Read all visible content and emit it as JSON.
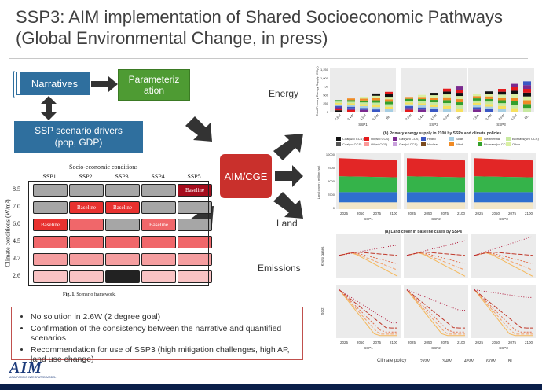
{
  "title": "SSP3: AIM implementation of Shared Socioeconomic Pathways (Global Environmental Change, in press)",
  "flow": {
    "narratives": "Narratives",
    "parameterization": "Parameteriz\nation",
    "drivers": "SSP scenario drivers\n(pop, GDP)",
    "aimcge": "AIM/CGE"
  },
  "labels": {
    "energy": "Energy",
    "land": "Land",
    "emissions": "Emissions"
  },
  "matrix": {
    "header": "Socio-economic conditions",
    "columns": [
      "SSP1",
      "SSP2",
      "SSP3",
      "SSP4",
      "SSP5"
    ],
    "rows": [
      "8.5",
      "7.0",
      "6.0",
      "4.5",
      "3.7",
      "2.6"
    ],
    "ylabel": "Climate conditions (W/m²)",
    "caption_bold": "Fig. 1.",
    "caption": "Scenario framework.",
    "baseline": "Baseline",
    "colors": {
      "gray": "#a6a6a6",
      "dark_red": "#a50d1d",
      "red": "#e8312f",
      "salmon": "#f0676a",
      "light": "#f59ea0",
      "pale": "#f9c3c4",
      "black": "#222222"
    }
  },
  "bullets": [
    "No solution in 2.6W (2 degree goal)",
    "Confirmation of the consistency between the narrative and quantified scenarios",
    "Recommendation for use of SSP3 (high mitigation challenges, high AP, land use change)"
  ],
  "energy_chart": {
    "ylabel": "Total Primary Energy Supply (EJ/yr)",
    "yticks": [
      "1,250",
      "1,000",
      "750",
      "500",
      "250",
      "0"
    ],
    "categories": [
      "2.6W",
      "3.4W",
      "4.5W",
      "6.0W",
      "BL"
    ],
    "panels": [
      "SSP1",
      "SSP2",
      "SSP3"
    ],
    "caption": "(b) Primary energy supply in 2100 by SSPs and climate policies",
    "legend": [
      {
        "name": "Coal(w/o CCS)",
        "color": "#111111"
      },
      {
        "name": "Oil(w/o CCS)",
        "color": "#e41a1c"
      },
      {
        "name": "Gas(w/o CCS)",
        "color": "#7b2a8f"
      },
      {
        "name": "Hydro",
        "color": "#3a57c4"
      },
      {
        "name": "Solar",
        "color": "#a6cee3"
      },
      {
        "name": "Geothermal",
        "color": "#f6e05e"
      },
      {
        "name": "Biomass(w/o CCS)",
        "color": "#c7e9a0"
      },
      {
        "name": "Coal(w/ CCS)",
        "color": "#555555"
      },
      {
        "name": "Oil(w/ CCS)",
        "color": "#fb9a99"
      },
      {
        "name": "Gas(w/ CCS)",
        "color": "#c9a0dc"
      },
      {
        "name": "Nuclear",
        "color": "#7a4a1e"
      },
      {
        "name": "Wind",
        "color": "#f08a24"
      },
      {
        "name": "Biomass(w/ CCS)",
        "color": "#33a02c"
      },
      {
        "name": "Other",
        "color": "#d9f0a3"
      }
    ]
  },
  "land_chart": {
    "ylabel": "Land cover ( million ha )",
    "yticks": [
      "10000",
      "7500",
      "5000",
      "2500",
      "0"
    ],
    "xticks": [
      "2025",
      "2050",
      "2075",
      "2100"
    ],
    "panels": [
      "SSP1",
      "SSP2",
      "SSP3"
    ],
    "caption": "(a) Land cover in baseline cases by SSPs"
  },
  "emis_chart": {
    "ylabel_top": "Kyoto gases",
    "ylabel_bottom": "SO2",
    "xticks": [
      "2025",
      "2050",
      "2075",
      "2100"
    ],
    "panels": [
      "SSP1",
      "SSP2",
      "SSP3"
    ],
    "legend_title": "Climate policy",
    "legend": [
      "2.6W",
      "3.4W",
      "4.5W",
      "6.0W",
      "BL"
    ]
  },
  "logo": {
    "name": "AIM",
    "sub": "ASIA-PACIFIC INTEGRATED MODEL"
  }
}
